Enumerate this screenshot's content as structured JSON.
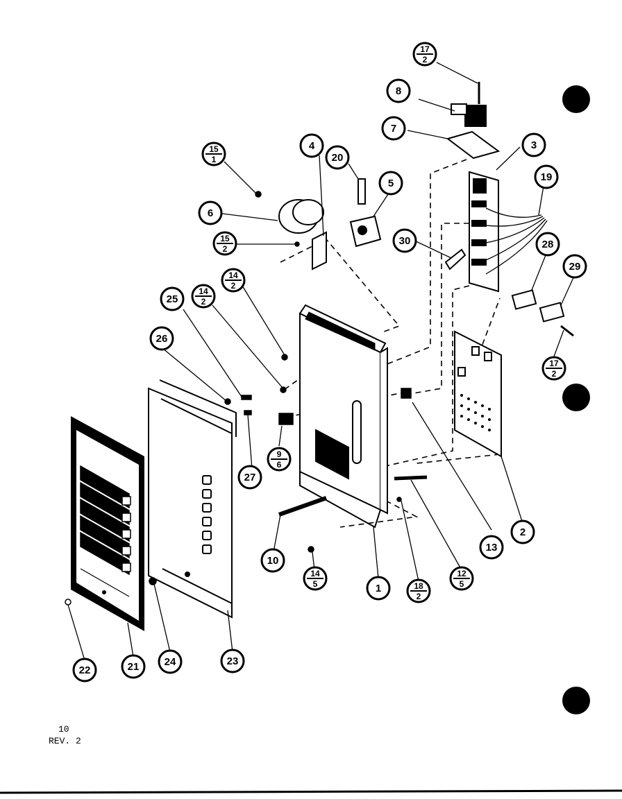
{
  "footer": {
    "page_number": "10",
    "revision": "REV. 2"
  },
  "callouts": [
    {
      "id": "c17a",
      "num": "17",
      "den": "2"
    },
    {
      "id": "c8",
      "label": "8"
    },
    {
      "id": "c7",
      "label": "7"
    },
    {
      "id": "c3",
      "label": "3"
    },
    {
      "id": "c15a",
      "num": "15",
      "den": "1"
    },
    {
      "id": "c4",
      "label": "4"
    },
    {
      "id": "c20",
      "label": "20"
    },
    {
      "id": "c5",
      "label": "5"
    },
    {
      "id": "c19",
      "label": "19"
    },
    {
      "id": "c6",
      "label": "6"
    },
    {
      "id": "c15b",
      "num": "15",
      "den": "2"
    },
    {
      "id": "c30",
      "label": "30"
    },
    {
      "id": "c28",
      "label": "28"
    },
    {
      "id": "c29",
      "label": "29"
    },
    {
      "id": "c14a",
      "num": "14",
      "den": "2"
    },
    {
      "id": "c25",
      "label": "25"
    },
    {
      "id": "c14b",
      "num": "14",
      "den": "2"
    },
    {
      "id": "c17b",
      "num": "17",
      "den": "2"
    },
    {
      "id": "c26",
      "label": "26"
    },
    {
      "id": "c9",
      "num": "9",
      "den": "6"
    },
    {
      "id": "c27",
      "label": "27"
    },
    {
      "id": "c2",
      "label": "2"
    },
    {
      "id": "c13",
      "label": "13"
    },
    {
      "id": "c10",
      "label": "10"
    },
    {
      "id": "c14c",
      "num": "14",
      "den": "5"
    },
    {
      "id": "c1",
      "label": "1"
    },
    {
      "id": "c18",
      "num": "18",
      "den": "2"
    },
    {
      "id": "c12",
      "num": "12",
      "den": "5"
    },
    {
      "id": "c22",
      "label": "22"
    },
    {
      "id": "c21",
      "label": "21"
    },
    {
      "id": "c24",
      "label": "24"
    },
    {
      "id": "c23",
      "label": "23"
    }
  ]
}
